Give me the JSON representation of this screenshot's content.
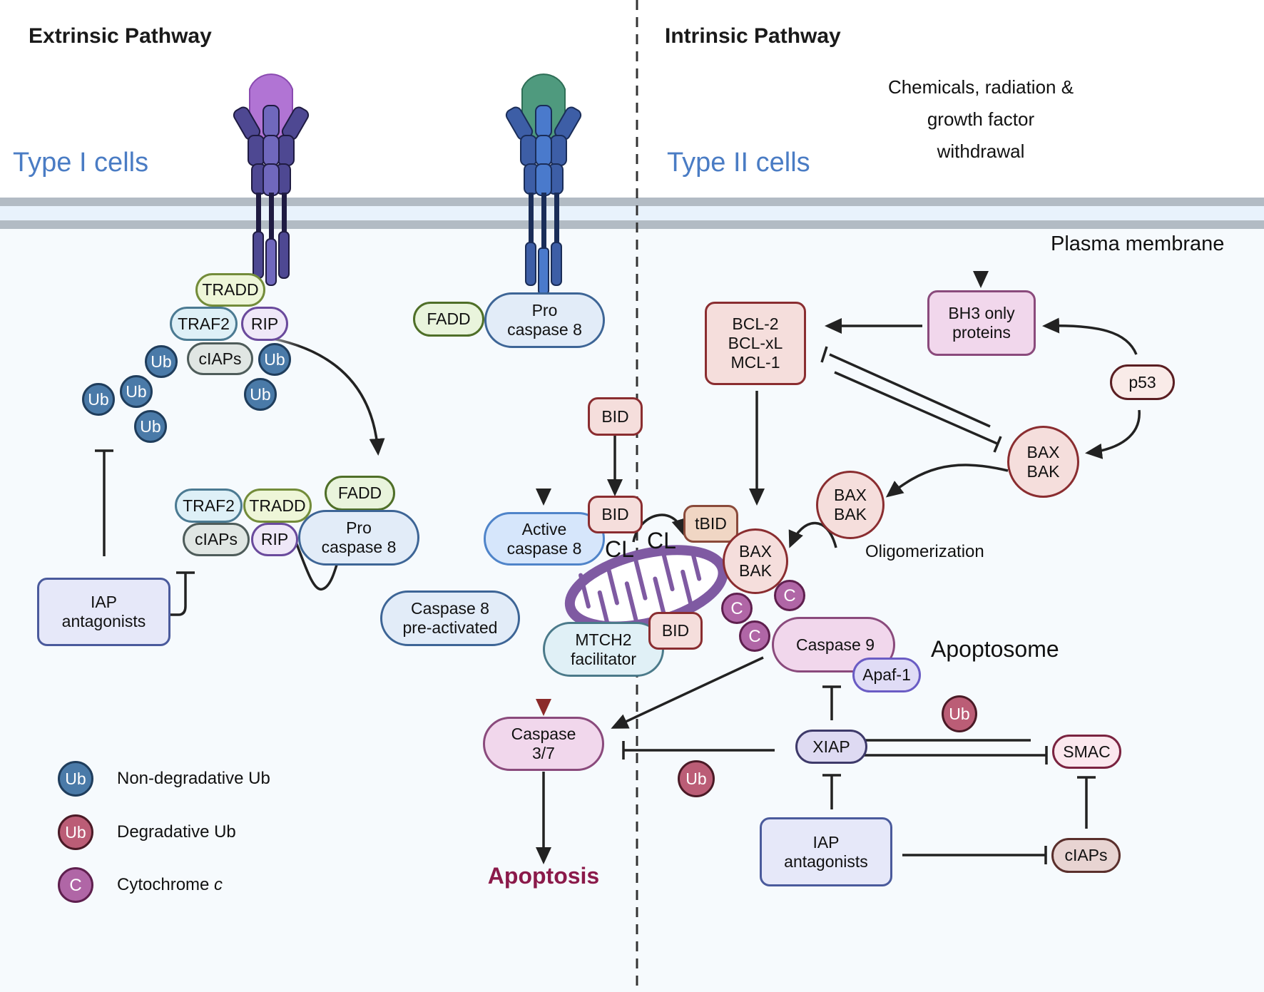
{
  "headings": {
    "extrinsic": "Extrinsic Pathway",
    "intrinsic": "Intrinsic Pathway",
    "type1": "Type I cells",
    "type2": "Type II cells",
    "plasma_membrane": "Plasma membrane",
    "stimulus_lines": [
      "Chemicals, radiation &",
      "growth factor",
      "withdrawal"
    ]
  },
  "extrinsic": {
    "complex1": {
      "tradd": "TRADD",
      "traf2": "TRAF2",
      "rip": "RIP",
      "ciaps": "cIAPs",
      "ub_label": "Ub"
    },
    "complex2": {
      "traf2": "TRAF2",
      "tradd": "TRADD",
      "ciaps": "cIAPs",
      "rip": "RIP",
      "fadd": "FADD",
      "pro_caspase8": [
        "Pro",
        "caspase 8"
      ]
    },
    "iap_antagonists": [
      "IAP",
      "antagonists"
    ],
    "caspase8_preactivated": [
      "Caspase 8",
      "pre-activated"
    ],
    "receptor2": {
      "fadd": "FADD",
      "pro_caspase8": [
        "Pro",
        "caspase 8"
      ]
    },
    "active_caspase8": [
      "Active",
      "caspase 8"
    ],
    "caspase37": [
      "Caspase",
      "3/7"
    ],
    "apoptosis": "Apoptosis"
  },
  "mito": {
    "bid_top": "BID",
    "bid_mid": "BID",
    "bid_low": "BID",
    "cl1": "CL",
    "cl2": "CL",
    "tbid": "tBID",
    "mtch2": [
      "MTCH2",
      "facilitator"
    ],
    "baxbak": [
      "BAX",
      "BAK"
    ]
  },
  "intrinsic": {
    "bcl": [
      "BCL-2",
      "BCL-xL",
      "MCL-1"
    ],
    "bh3": [
      "BH3 only",
      "proteins"
    ],
    "p53": "p53",
    "baxbak_right": [
      "BAX",
      "BAK"
    ],
    "baxbak_mid": [
      "BAX",
      "BAK"
    ],
    "oligomerization": "Oligomerization",
    "cytc_label": "C",
    "caspase9": "Caspase 9",
    "apaf1": "Apaf-1",
    "apoptosome": "Apoptosome",
    "xiap": "XIAP",
    "smac": "SMAC",
    "ub_label": "Ub",
    "iap_antagonists": [
      "IAP",
      "antagonists"
    ],
    "ciaps": "cIAPs"
  },
  "legend": [
    {
      "symbol": "Ub",
      "label": "Non-degradative Ub",
      "kind": "non-degradative-ub",
      "color": "#4a7aa8"
    },
    {
      "symbol": "Ub",
      "label": "Degradative Ub",
      "kind": "degradative-ub",
      "color": "#bb5d76"
    },
    {
      "symbol": "C",
      "label": "Cytochrome",
      "label_italic": "c",
      "kind": "cytochrome-c",
      "color": "#b066a6"
    }
  ],
  "colors": {
    "cell_type_blue": "#4a7cc4",
    "apoptosis_text": "#8b1a4a",
    "arrow": "#222222",
    "caspase_activation_arrow": "#8b2a2a",
    "mitochondrion": "#7f5aa2"
  }
}
